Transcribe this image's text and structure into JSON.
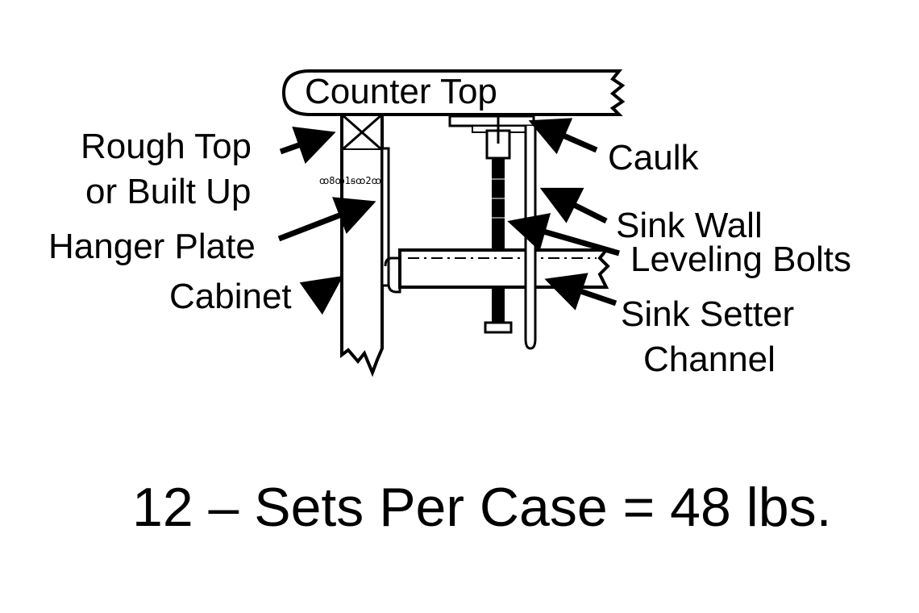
{
  "diagram": {
    "labels": {
      "counter_top": "Counter Top",
      "rough_top_line1": "Rough Top",
      "rough_top_line2": "or Built Up",
      "hanger_plate": "Hanger Plate",
      "cabinet": "Cabinet",
      "caulk": "Caulk",
      "sink_wall": "Sink Wall",
      "leveling_bolts": "Leveling Bolts",
      "sink_setter_line1": "Sink Setter",
      "sink_setter_line2": "Channel"
    },
    "footer": "12 – Sets Per Case = 48 lbs."
  }
}
